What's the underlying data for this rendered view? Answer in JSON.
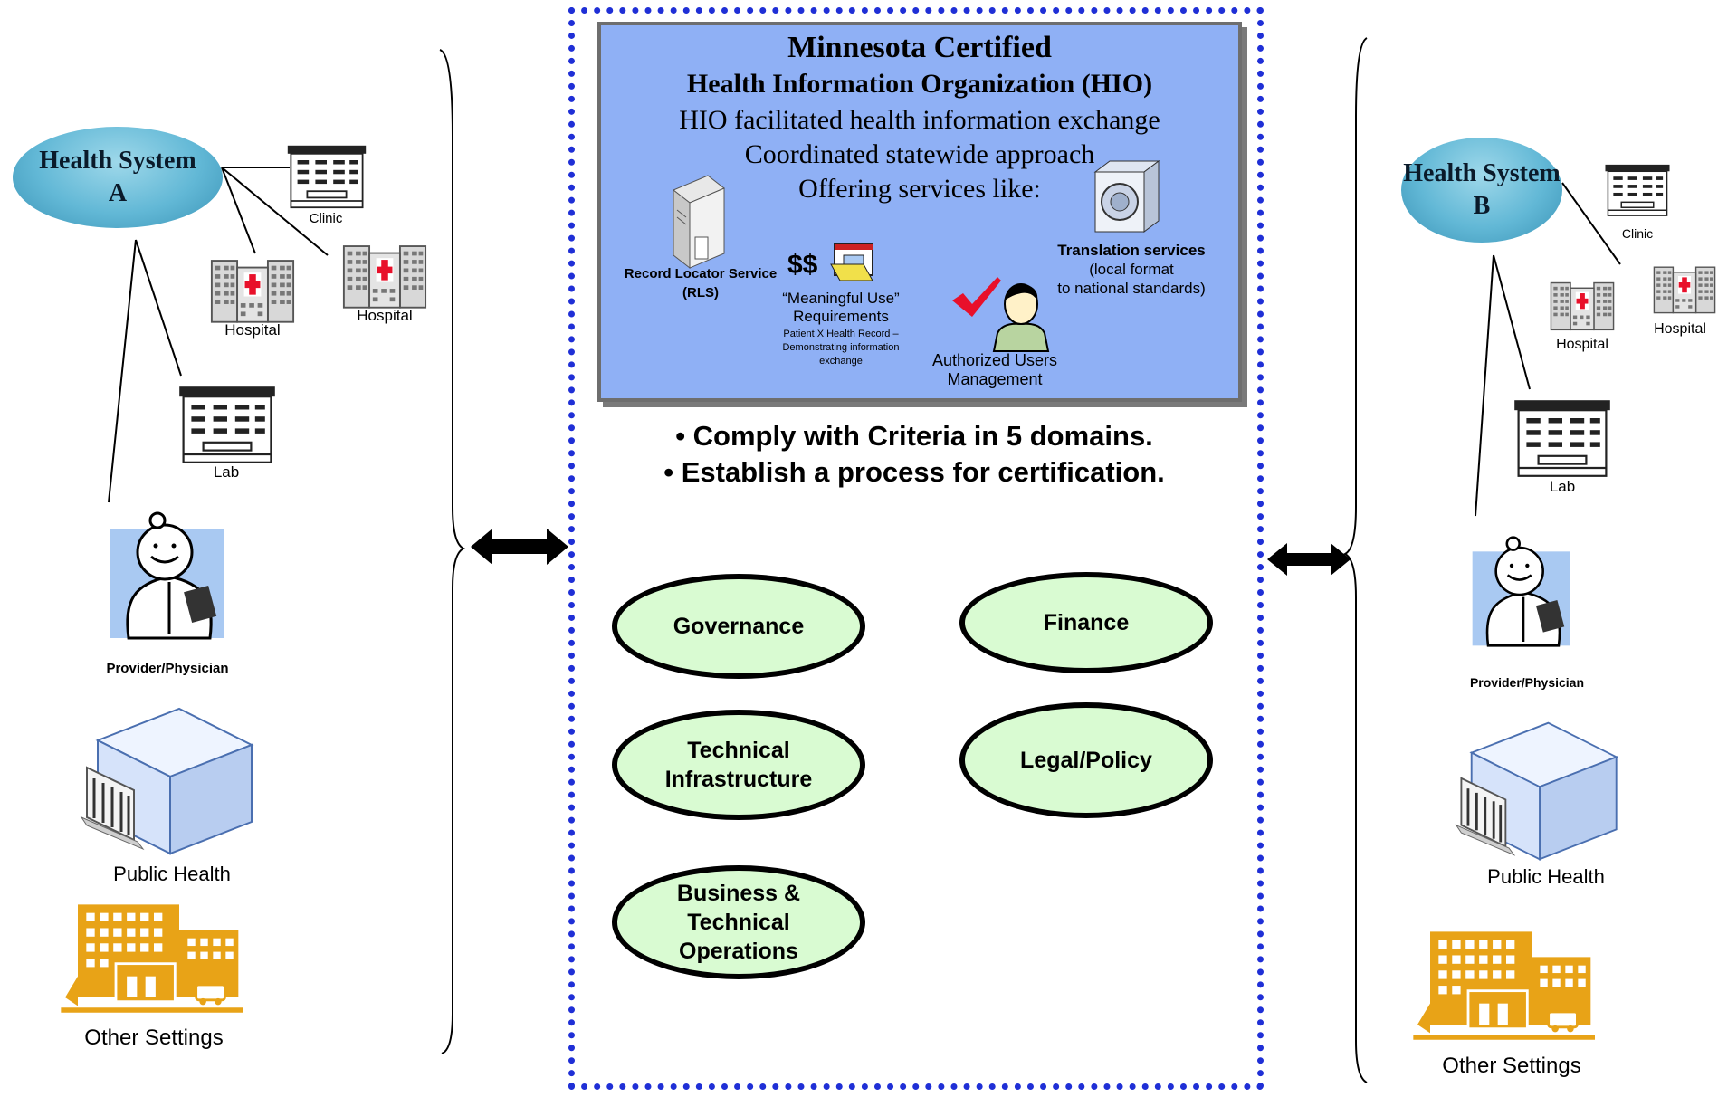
{
  "hio": {
    "title": "Minnesota Certified",
    "subtitle": "Health Information Organization (HIO)",
    "line1": "HIO facilitated health information exchange",
    "line2": "Coordinated statewide approach",
    "line3": "Offering services like:",
    "services": {
      "rls_line1": "Record Locator Service",
      "rls_line2": "(RLS)",
      "mu_dollars": "$$",
      "mu_line1": "“Meaningful Use”",
      "mu_line2": "Requirements",
      "mu_small1": "Patient X Health Record –",
      "mu_small2": "Demonstrating information",
      "mu_small3": "exchange",
      "translation_title": "Translation services",
      "translation_line2": "(local format",
      "translation_line3": "to national standards)",
      "users_line1": "Authorized Users",
      "users_line2": "Management"
    }
  },
  "bullets": [
    "• Comply with Criteria in 5 domains.",
    "• Establish a process for certification."
  ],
  "domains": {
    "governance": "Governance",
    "finance": "Finance",
    "technical_line1": "Technical",
    "technical_line2": "Infrastructure",
    "legal": "Legal/Policy",
    "business_line1": "Business &",
    "business_line2": "Technical",
    "business_line3": "Operations"
  },
  "left": {
    "health_system_line1": "Health System",
    "health_system_line2": "A",
    "clinic": "Clinic",
    "hospital1": "Hospital",
    "hospital2": "Hospital",
    "lab": "Lab",
    "provider": "Provider/Physician",
    "public_health": "Public Health",
    "other_settings": "Other Settings"
  },
  "right": {
    "health_system_line1": "Health System",
    "health_system_line2": "B",
    "clinic": "Clinic",
    "hospital1": "Hospital",
    "hospital2": "Hospital",
    "lab": "Lab",
    "provider": "Provider/Physician",
    "public_health": "Public Health",
    "other_settings": "Other Settings"
  },
  "colors": {
    "frame_dots": "#1f2fd6",
    "panel_fill": "#8fb0f5",
    "domain_fill": "#d9fbd2",
    "health_system_fill": "#62b8d6",
    "settings_orange": "#e8a317"
  }
}
